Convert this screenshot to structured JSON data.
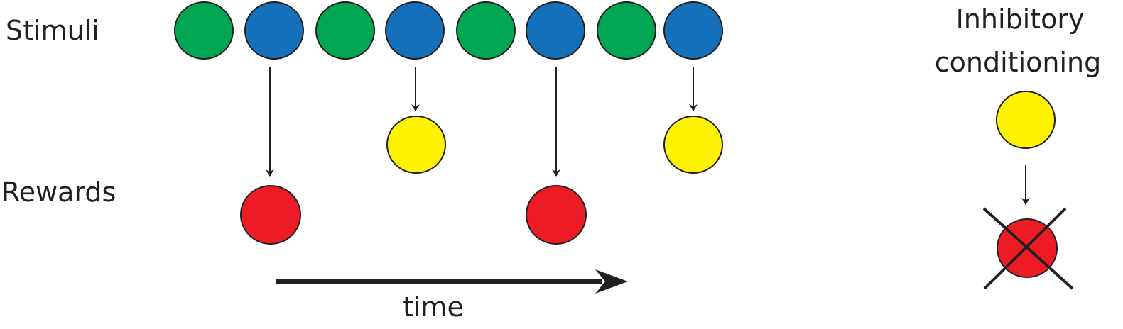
{
  "labels": {
    "stimuli": "Stimuli",
    "rewards": "Rewards",
    "time": "time",
    "inhibitory_line1": "Inhibitory",
    "inhibitory_line2": "conditioning"
  },
  "colors": {
    "green": "#00a651",
    "blue": "#1570bb",
    "yellow": "#fff200",
    "red": "#ed1c24",
    "stroke": "#231f20"
  },
  "stimuli_sequence": [
    "green",
    "blue",
    "green",
    "blue",
    "green",
    "blue",
    "green",
    "blue"
  ],
  "pairings": [
    {
      "stimulus": "blue",
      "outcome": "reward",
      "outcome_color": "red"
    },
    {
      "stimulus": "blue",
      "outcome": "inhibitor",
      "outcome_color": "yellow"
    },
    {
      "stimulus": "blue",
      "outcome": "reward",
      "outcome_color": "red"
    },
    {
      "stimulus": "blue",
      "outcome": "inhibitor",
      "outcome_color": "yellow"
    }
  ],
  "inhibitory_conditioning": {
    "cue_color": "yellow",
    "outcome_color": "red",
    "outcome_cancelled": true
  }
}
